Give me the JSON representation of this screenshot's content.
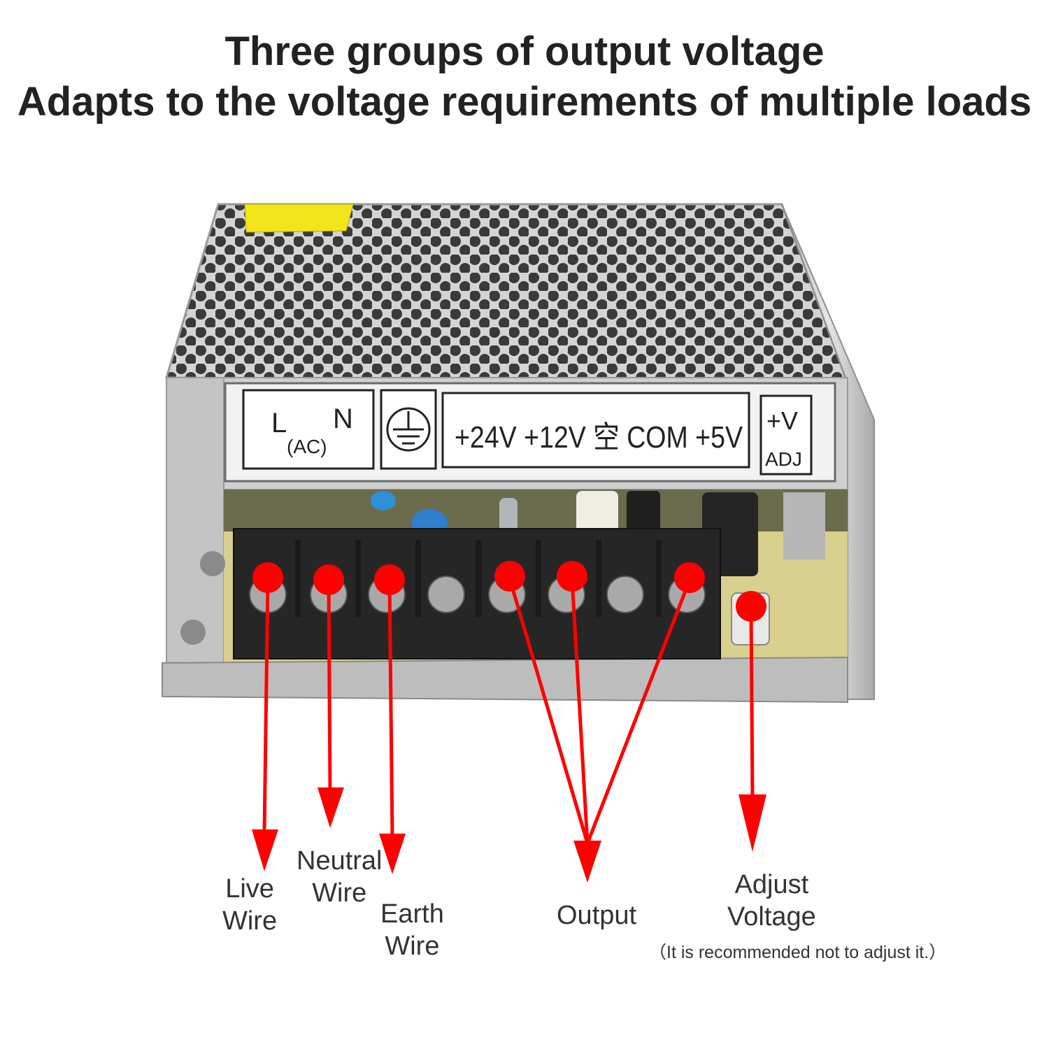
{
  "heading": {
    "line1": "Three groups of output voltage",
    "line2": "Adapts to the voltage requirements of multiple loads"
  },
  "panel_label": {
    "L": "L",
    "AC": "(AC)",
    "N": "N",
    "outputs": "+24V +12V 空 COM +5V",
    "adj_top": "+V",
    "adj_bottom": "ADJ"
  },
  "callouts": {
    "live": [
      "Live",
      "Wire"
    ],
    "neutral": [
      "Neutral",
      "Wire"
    ],
    "earth": [
      "Earth",
      "Wire"
    ],
    "output": "Output",
    "adjust": [
      "Adjust",
      "Voltage"
    ],
    "adjust_note": "（It is recommended not to adjust it.）"
  },
  "colors": {
    "marker": "#ff0000",
    "heading": "#222222",
    "terminal_block": "#262626",
    "casing": "#c9c9c9",
    "pcb": "#d9cf8f"
  }
}
